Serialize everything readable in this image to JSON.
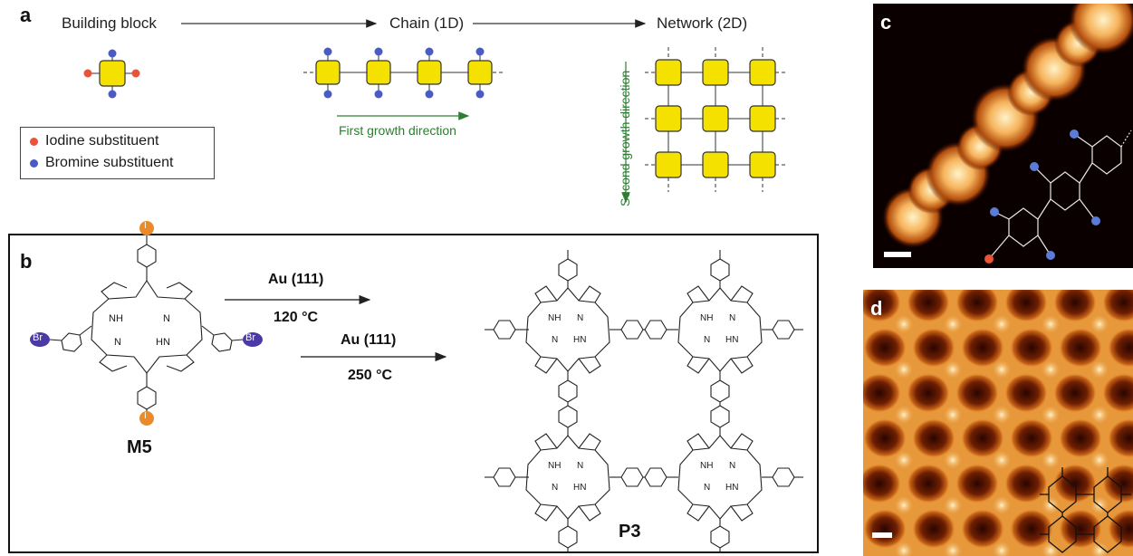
{
  "panel_a": {
    "letter": "a",
    "stages": [
      "Building block",
      "Chain (1D)",
      "Network (2D)"
    ],
    "first_growth": "First growth direction",
    "second_growth": "Second growth direction",
    "legend": [
      {
        "label": "Iodine substituent",
        "color": "#e8533a"
      },
      {
        "label": "Bromine substituent",
        "color": "#4a5bc4"
      }
    ],
    "block_color": "#f5e100"
  },
  "panel_b": {
    "letter": "b",
    "step1": {
      "substrate": "Au (111)",
      "temperature": "120 °C"
    },
    "step2": {
      "substrate": "Au (111)",
      "temperature": "250 °C"
    },
    "monomer": {
      "label": "M5",
      "iodo": "I",
      "bromo": "Br",
      "nh1": "NH",
      "n1": "N",
      "n2": "N",
      "nh2": "HN"
    },
    "polymer": {
      "label": "P3",
      "nh": "NH",
      "n": "N",
      "hn": "HN"
    }
  },
  "panel_c": {
    "letter": "c"
  },
  "panel_d": {
    "letter": "d"
  },
  "colors": {
    "arrow_green": "#2e7d32",
    "iodine_orange": "#e98b2a",
    "bromine_purple": "#4b3aa6"
  }
}
